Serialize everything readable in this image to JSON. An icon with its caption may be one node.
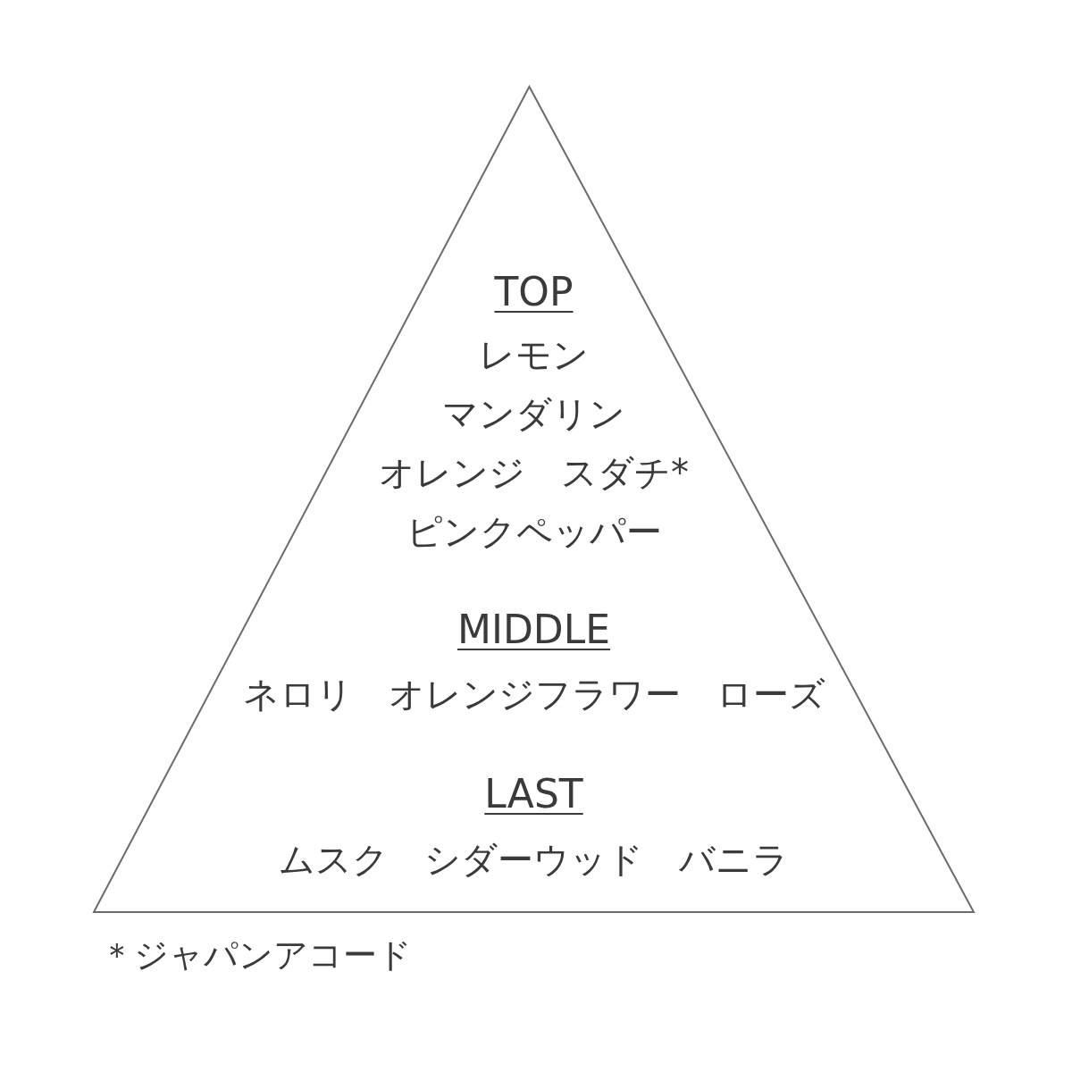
{
  "diagram": {
    "nodes": [
      {
        "text": [
          "TOP",
          "レモン",
          "マンダリン",
          "オレンジ　スダチ*",
          "ピンクペッパー",
          "MIDDLE",
          "ネロリ　オレンジフラワー　ローズ",
          "LAST",
          "ムスク　シダーウッド　バニラ"
        ]
      }
    ],
    "edges": [],
    "labels": [
      "＊ジャパンアコード"
    ]
  }
}
